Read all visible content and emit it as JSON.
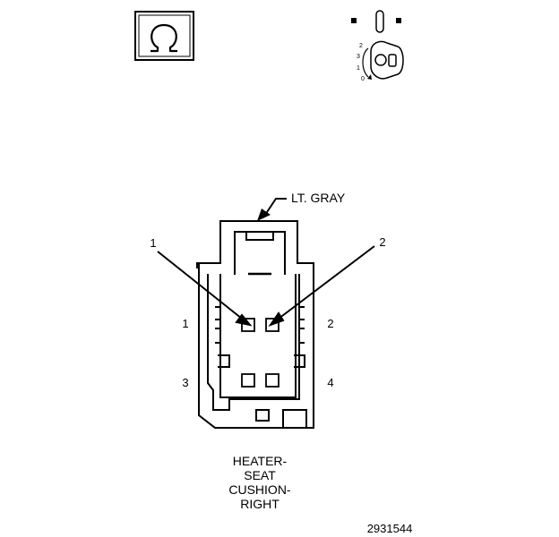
{
  "connector_color": "LT. GRAY",
  "callouts": {
    "left": "1",
    "right": "2"
  },
  "pins": {
    "p1": "1",
    "p2": "2",
    "p3": "3",
    "p4": "4"
  },
  "key_positions": {
    "k2": "2",
    "k3": "3",
    "k1": "1",
    "k0": "0"
  },
  "caption": {
    "line1": "HEATER-",
    "line2": "SEAT",
    "line3": "CUSHION-",
    "line4": "RIGHT"
  },
  "figure_number": "2931544",
  "icons": [
    "ohm-symbol-icon",
    "ignition-key-icon"
  ]
}
